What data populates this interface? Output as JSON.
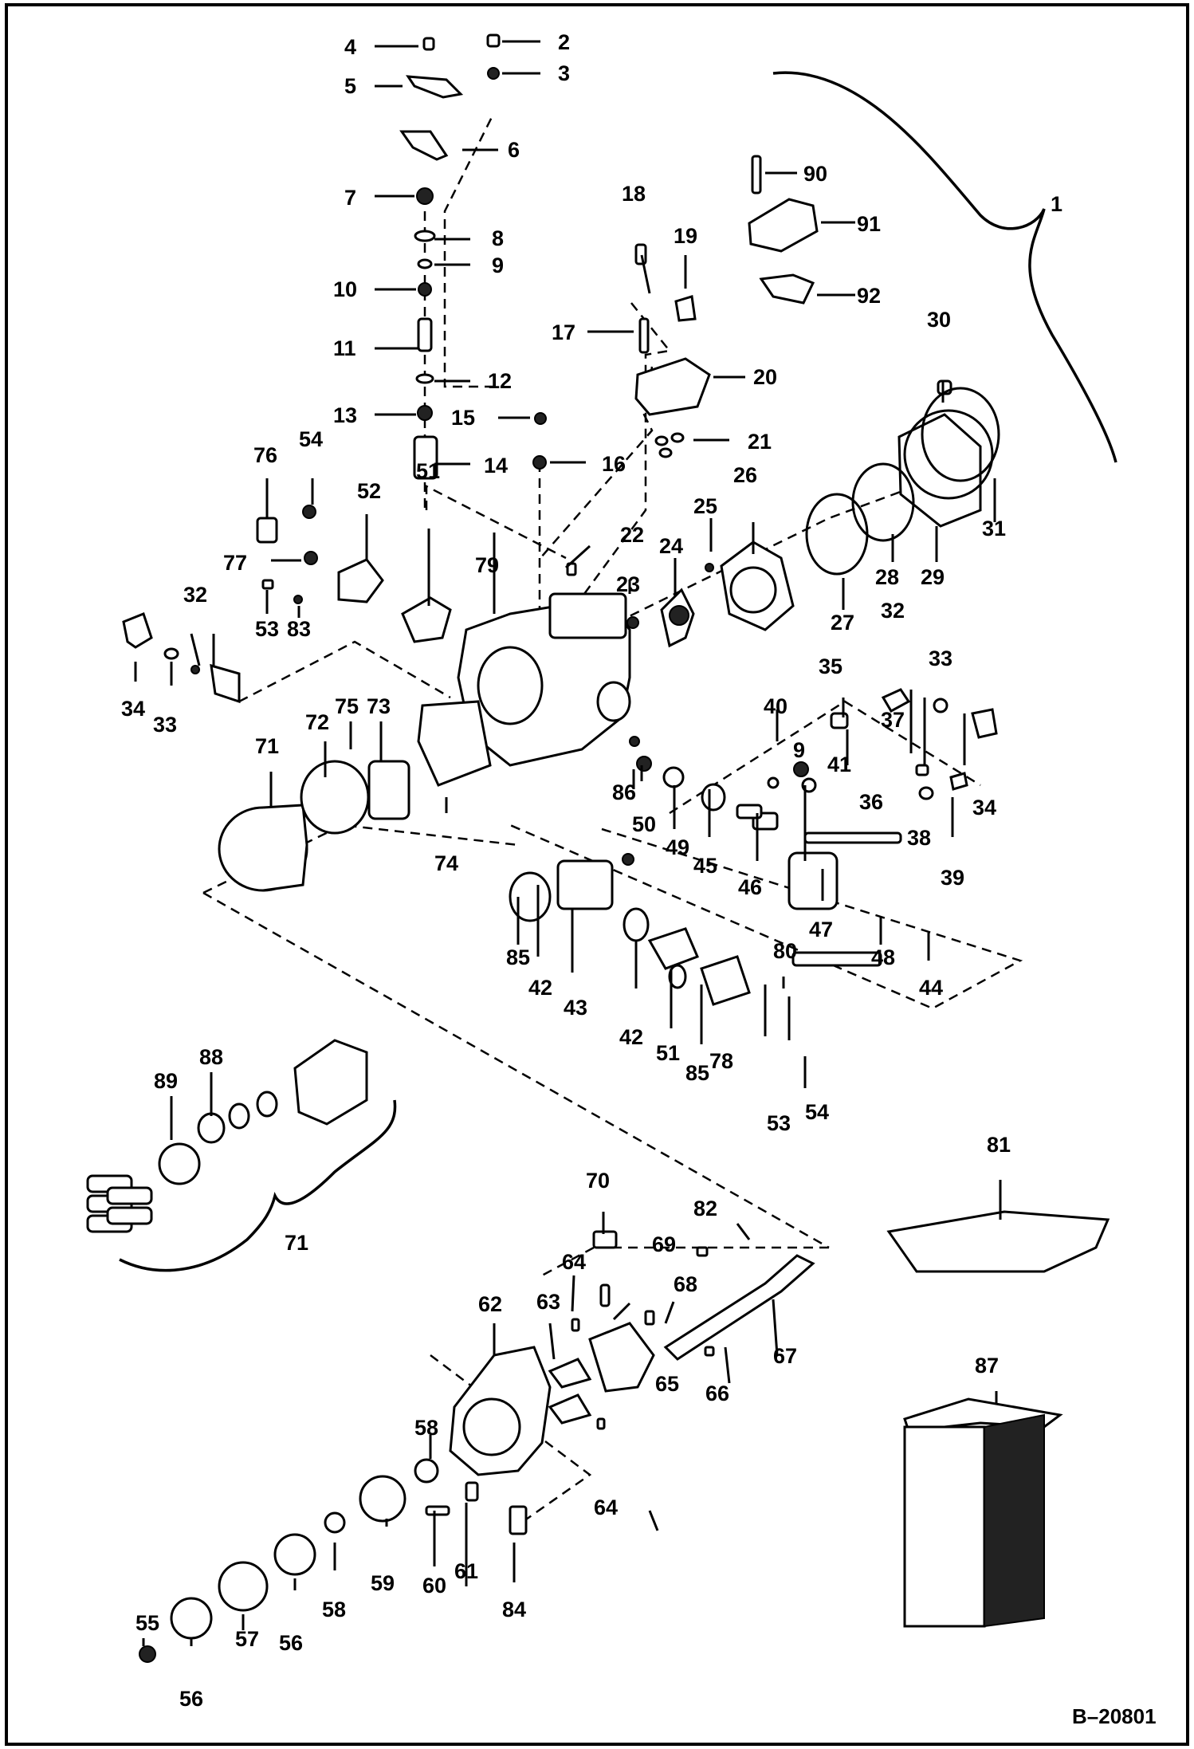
{
  "figure_ref": "B–20801",
  "callouts": [
    "1",
    "2",
    "3",
    "4",
    "5",
    "6",
    "7",
    "8",
    "9",
    "10",
    "11",
    "12",
    "13",
    "14",
    "15",
    "16",
    "17",
    "18",
    "19",
    "20",
    "21",
    "22",
    "23",
    "24",
    "25",
    "26",
    "27",
    "28",
    "29",
    "30",
    "31",
    "32",
    "33",
    "34",
    "35",
    "36",
    "37",
    "38",
    "39",
    "40",
    "41",
    "42",
    "43",
    "44",
    "45",
    "46",
    "47",
    "48",
    "49",
    "50",
    "51",
    "52",
    "53",
    "54",
    "55",
    "56",
    "57",
    "58",
    "59",
    "60",
    "61",
    "62",
    "63",
    "64",
    "65",
    "66",
    "67",
    "68",
    "69",
    "70",
    "71",
    "72",
    "73",
    "74",
    "75",
    "76",
    "77",
    "78",
    "79",
    "80",
    "81",
    "82",
    "83",
    "84",
    "85",
    "86",
    "87",
    "88",
    "89",
    "90",
    "91",
    "92",
    "9",
    "32",
    "33",
    "34",
    "42",
    "51",
    "53",
    "54",
    "56",
    "58",
    "64",
    "71",
    "85"
  ]
}
